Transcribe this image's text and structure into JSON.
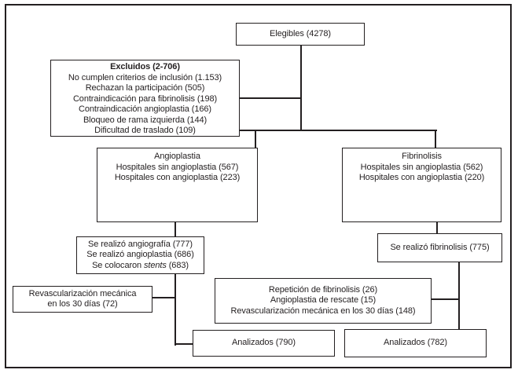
{
  "diagram": {
    "background": "#ffffff",
    "line_color": "#231f20",
    "text_color": "#231f20",
    "boxes": {
      "elegibles": {
        "text": "Elegibles (4278)"
      },
      "excluidos": {
        "title": "Excluidos (2-706)",
        "items": [
          "No cumplen criterios de inclusión (1.153)",
          "Rechazan la participación (505)",
          "Contraindicación para fibrinolisis (198)",
          "Contraindicación angioplastia (166)",
          "Bloqueo de rama izquierda (144)",
          "Dificultad de traslado (109)"
        ]
      },
      "angioplastia": {
        "title": "Angioplastia",
        "items": [
          "Hospitales sin angioplastia (567)",
          "Hospitales con angioplastia (223)"
        ]
      },
      "fibrinolisis": {
        "title": "Fibrinolisis",
        "items": [
          "Hospitales sin angioplastia (562)",
          "Hospitales con angioplastia (220)"
        ]
      },
      "angiografia": {
        "items": [
          "Se realizó angiografía (777)",
          "Se realizó angioplastia (686)"
        ],
        "stents_prefix": "Se colocaron ",
        "stents_word": "stents",
        "stents_suffix": " (683)"
      },
      "fibrinolisis_realizada": {
        "text": "Se realizó fibrinolisis (775)"
      },
      "revascularizacion": {
        "items": [
          "Revascularización mecánica",
          "en los 30 días (72)"
        ]
      },
      "repeticion": {
        "items": [
          "Repetición de fibrinolisis (26)",
          "Angioplastia de rescate (15)",
          "Revascularización mecánica en los 30 días (148)"
        ]
      },
      "analizados_angioplastia": {
        "text": "Analizados (790)"
      },
      "analizados_fibrinolisis": {
        "text": "Analizados (782)"
      }
    }
  }
}
